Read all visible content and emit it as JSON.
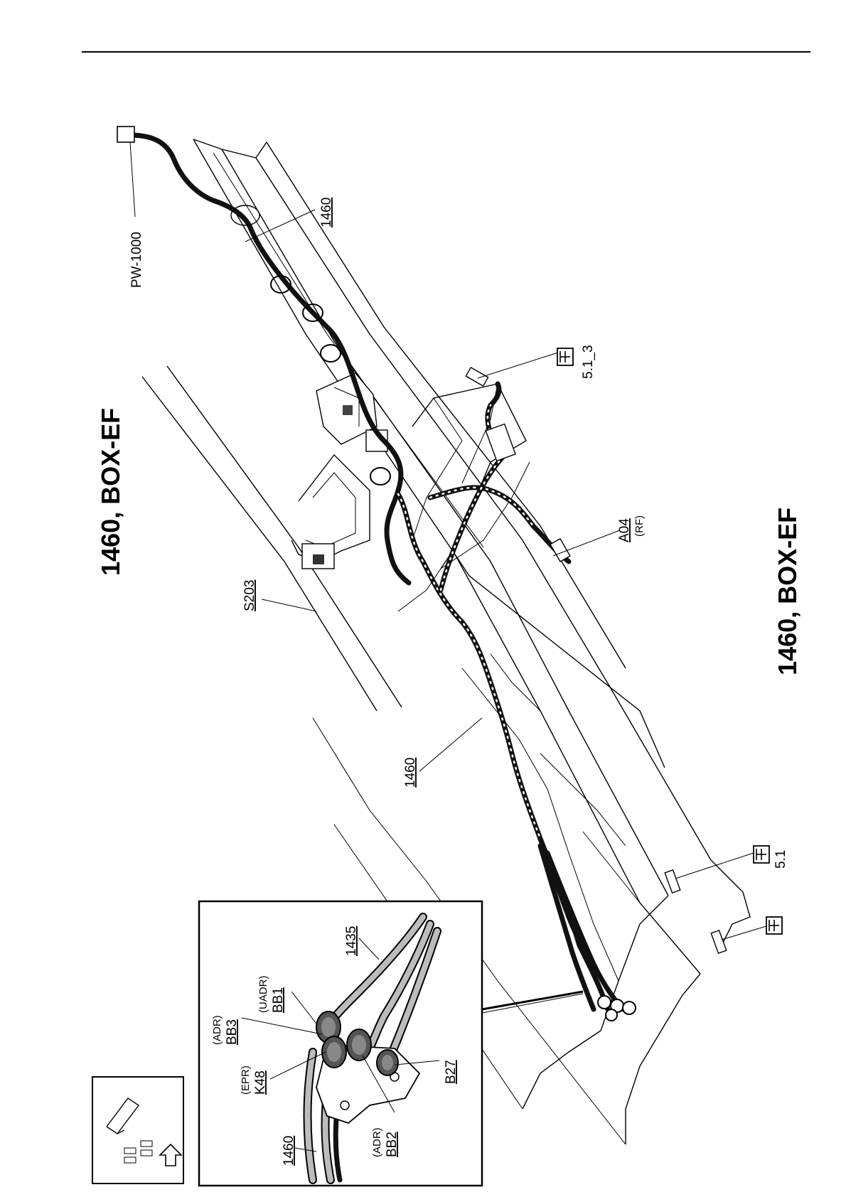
{
  "title": "1460, BOX-EF",
  "labels": {
    "pw1000": "PW-1000",
    "harness_top": "1460",
    "harness_mid": "1460",
    "s203": "S203",
    "a04": "A04",
    "a04_sub": "(RF)",
    "gnd_513": "5.1_3",
    "gnd_51": "5.1"
  },
  "inset": {
    "hose_1435": "1435",
    "harness_1460": "1460",
    "bb3_sub": "(ADR)",
    "bb3": "BB3",
    "bb1_sub": "(UADR)",
    "bb1": "BB1",
    "k48_sub": "(EPR)",
    "k48": "K48",
    "bb2_sub": "(ADR)",
    "bb2": "BB2",
    "b27": "B27"
  },
  "icons": {
    "orientation": "truck-orientation-icon",
    "ground": "ground-symbol-icon"
  }
}
